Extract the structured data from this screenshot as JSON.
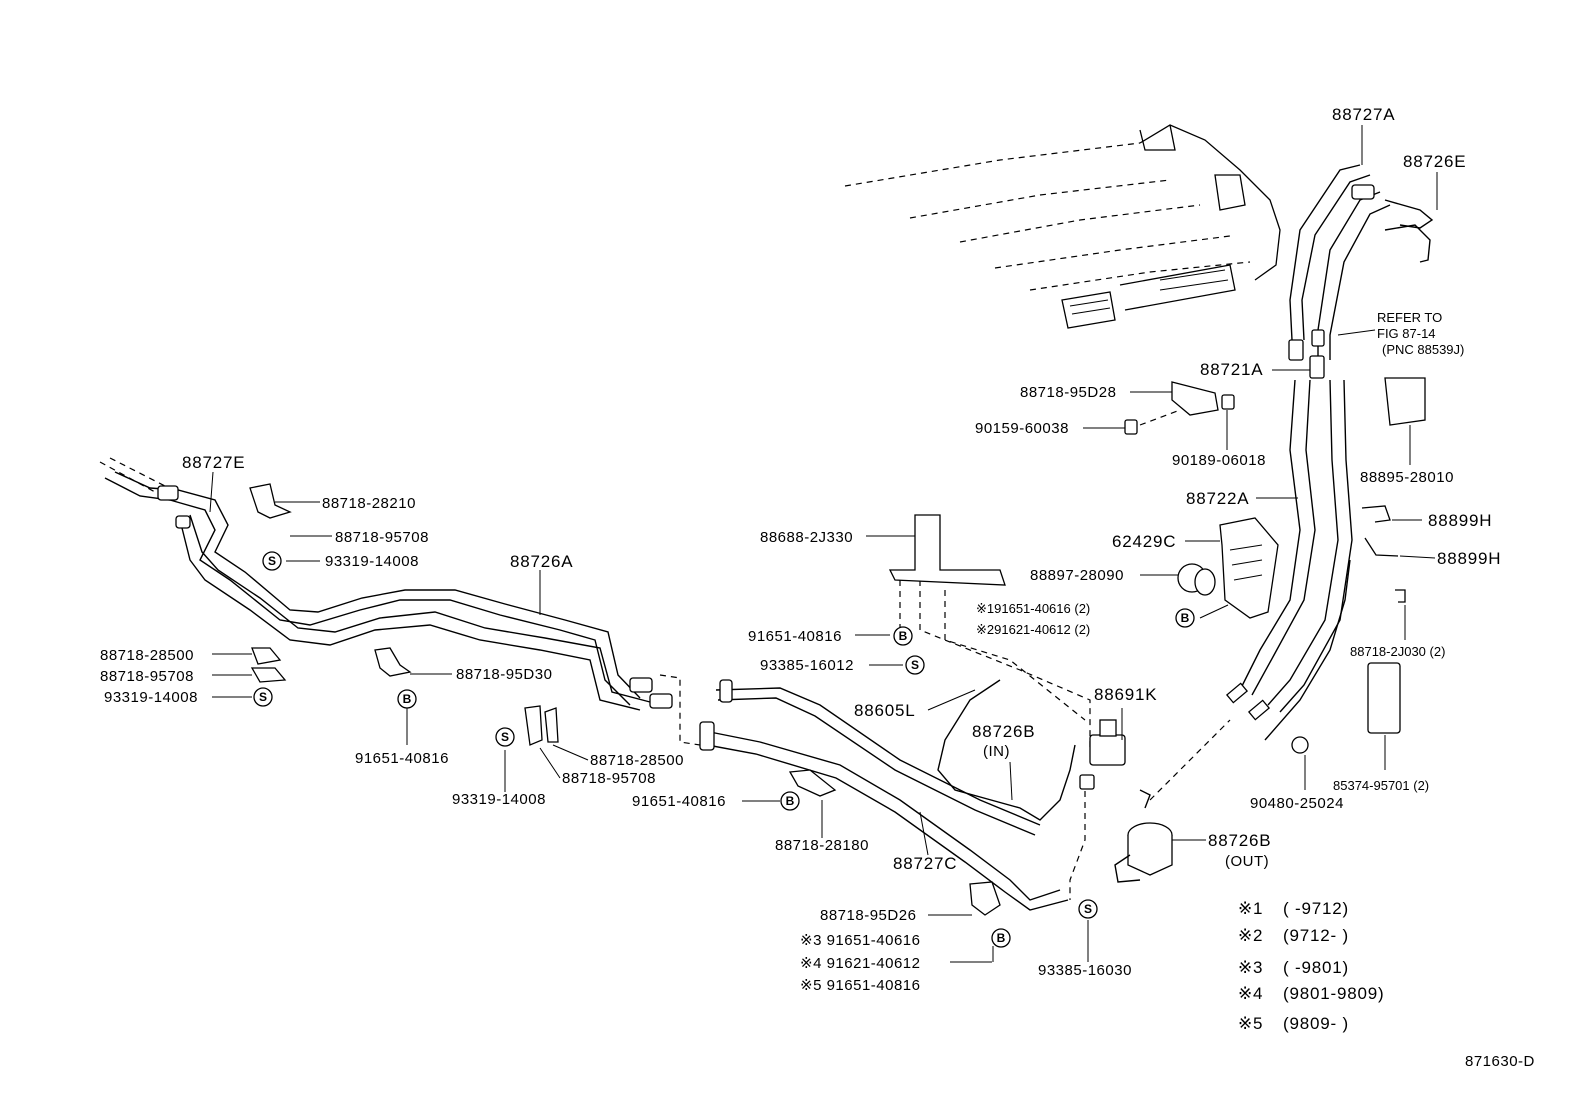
{
  "parts": {
    "p88727A": "88727A",
    "p88726E": "88726E",
    "refer1": "REFER TO",
    "refer2": "FIG 87-14",
    "refer3": "(PNC 88539J)",
    "p88721A": "88721A",
    "p88718_95D28": "88718-95D28",
    "p90159_60038": "90159-60038",
    "p90189_06018": "90189-06018",
    "p88895_28010": "88895-28010",
    "p88722A": "88722A",
    "p62429C": "62429C",
    "p88899H_a": "88899H",
    "p88899H_b": "88899H",
    "p88897_28090": "88897-28090",
    "n1_91651_40616": "※191651-40616 (2)",
    "n2_91621_40612": "※291621-40612 (2)",
    "p88718_2J030": "88718-2J030 (2)",
    "p88727E": "88727E",
    "p88718_28210": "88718-28210",
    "p88718_95708_top": "88718-95708",
    "p93319_14008_top": "93319-14008",
    "p88726A": "88726A",
    "p88688_2J330": "88688-2J330",
    "p88718_28500_left": "88718-28500",
    "p88718_95708_left": "88718-95708",
    "p93319_14008_left": "93319-14008",
    "p88718_95D30": "88718-95D30",
    "p91651_40816_a": "91651-40816",
    "p91651_40816_b": "91651-40816",
    "p93385_16012": "93385-16012",
    "p88605L": "88605L",
    "p88691K": "88691K",
    "p88726B_in": "88726B",
    "in_label": "(IN)",
    "p88718_28500_mid": "88718-28500",
    "p88718_95708_mid": "88718-95708",
    "p93319_14008_mid": "93319-14008",
    "p91651_40816_c": "91651-40816",
    "p88718_28180": "88718-28180",
    "p88727C": "88727C",
    "p88726B_out": "88726B",
    "out_label": "(OUT)",
    "p90480_25024": "90480-25024",
    "p85374_95701": "85374-95701 (2)",
    "p88718_95D26": "88718-95D26",
    "n3_text": "※3  91651-40616",
    "n4_text": "※4  91621-40612",
    "n5_text": "※5  91651-40816",
    "p93385_16030": "93385-16030",
    "diagram_id": "871630-D"
  },
  "notes": [
    {
      "mark": "※1",
      "range": "(      -9712)"
    },
    {
      "mark": "※2",
      "range": "(9712-      )"
    },
    {
      "mark": "※3",
      "range": "(      -9801)"
    },
    {
      "mark": "※4",
      "range": "(9801-9809)"
    },
    {
      "mark": "※5",
      "range": "(9809-      )"
    }
  ],
  "symbols": {
    "bolt": "B",
    "screw": "S"
  }
}
